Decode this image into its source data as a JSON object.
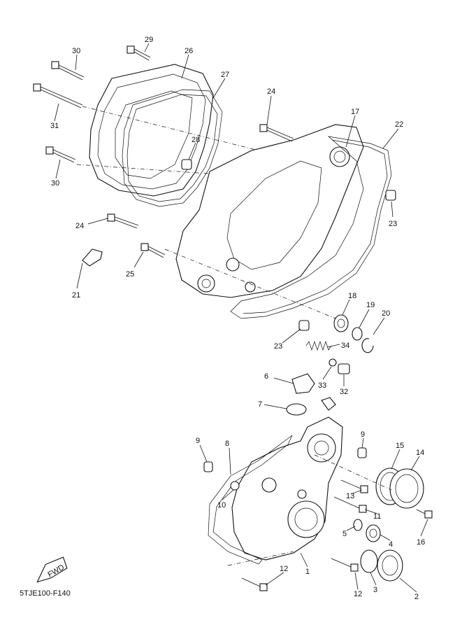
{
  "diagram": {
    "code": "5TJE100-F140",
    "fwd_label": "FWD",
    "callouts": [
      "29",
      "30",
      "26",
      "27",
      "31",
      "30",
      "28",
      "24",
      "17",
      "22",
      "23",
      "24",
      "21",
      "25",
      "18",
      "19",
      "20",
      "23",
      "34",
      "6",
      "33",
      "32",
      "7",
      "9",
      "8",
      "9",
      "15",
      "14",
      "10",
      "13",
      "11",
      "5",
      "4",
      "16",
      "12",
      "3",
      "12",
      "1",
      "2"
    ]
  }
}
